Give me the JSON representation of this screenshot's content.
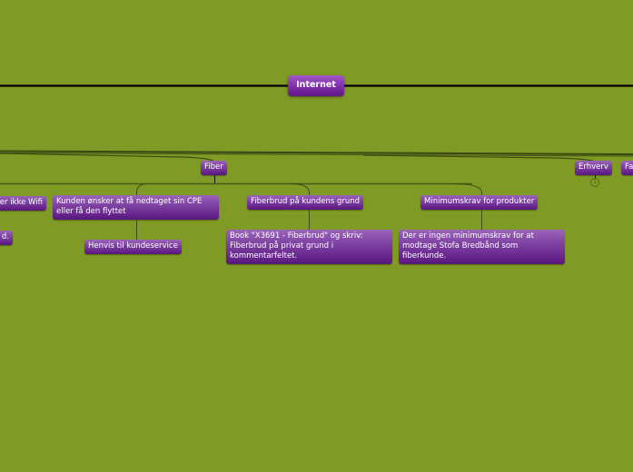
{
  "colors": {
    "background": "#809a26",
    "node_top": "#9a64b8",
    "node_bottom": "#561a79",
    "connector": "#3f4d12",
    "root_connector": "#000000"
  },
  "mindmap": {
    "root": {
      "label": "Internet"
    },
    "branches": [
      {
        "label": "Fiber",
        "children": [
          {
            "label": "...er ikke Wifi",
            "display": "er ikke Wifi",
            "children": [
              {
                "label": "...d.",
                "display": "d."
              }
            ]
          },
          {
            "label": "Kunden ønsker at få nedtaget sin CPE eller få den flyttet",
            "children": [
              {
                "label": "Henvis til kundeservice"
              }
            ]
          },
          {
            "label": "Fiberbrud på kundens grund",
            "children": [
              {
                "label": "Book \"X3691 - Fiberbrud\" og skriv: Fiberbrud på privat grund i kommentarfeltet."
              }
            ]
          },
          {
            "label": "Minimumskrav for produkter",
            "children": [
              {
                "label": "Der er ingen minimumskrav for at modtage Stofa Bredbånd som fiberkunde."
              }
            ]
          }
        ]
      },
      {
        "label": "Erhverv",
        "collapsed_count": "1"
      },
      {
        "label": "Fa"
      }
    ]
  }
}
